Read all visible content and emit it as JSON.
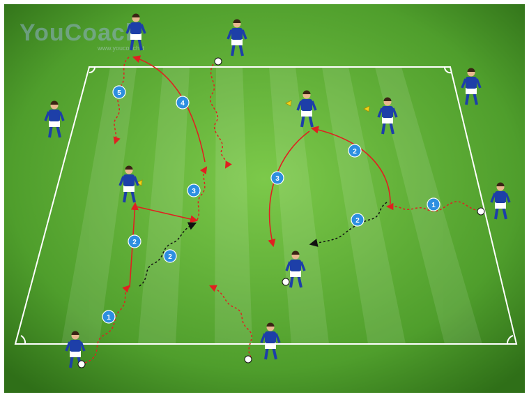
{
  "watermark": {
    "brand": "YouCoach",
    "url": "www.youcoach.it"
  },
  "colors": {
    "pitch_dark": "#3f8a22",
    "pitch_light": "#6cbc3e",
    "line": "#ffffff",
    "pass_arrow": "#e02020",
    "dribble_arrow": "#e02020",
    "run_arrow": "#111111",
    "badge_fill": "#2d8fe0",
    "jersey": "#1d3fa8",
    "shorts": "#ffffff",
    "cone": "#f2d21a"
  },
  "step_badges": [
    {
      "id": "step-1-left",
      "label": "1"
    },
    {
      "id": "step-2-left-a",
      "label": "2"
    },
    {
      "id": "step-2-left-b",
      "label": "2"
    },
    {
      "id": "step-3-left",
      "label": "3"
    },
    {
      "id": "step-4-left",
      "label": "4"
    },
    {
      "id": "step-5-left",
      "label": "5"
    },
    {
      "id": "step-1-right",
      "label": "1"
    },
    {
      "id": "step-2-right-a",
      "label": "2"
    },
    {
      "id": "step-2-right-b",
      "label": "2"
    },
    {
      "id": "step-3-right",
      "label": "3"
    }
  ]
}
